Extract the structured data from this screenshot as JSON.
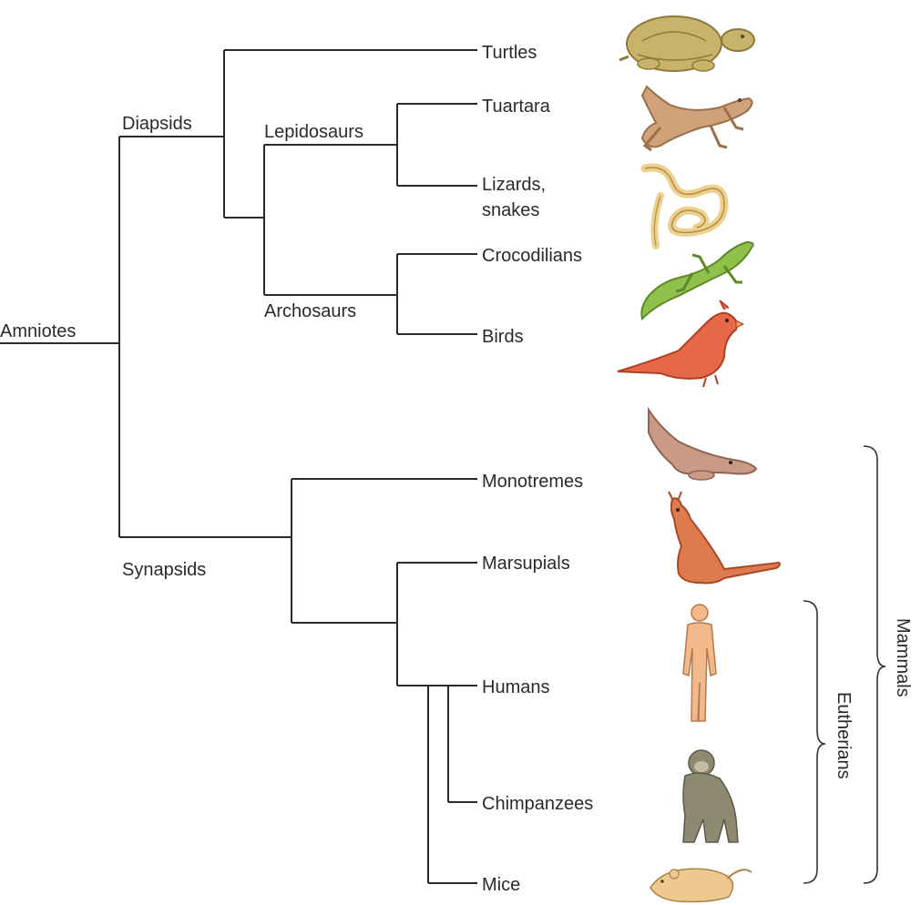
{
  "root": {
    "label": "Amniotes"
  },
  "clades": {
    "diapsids": "Diapsids",
    "lepidosaurs": "Lepidosaurs",
    "archosaurs": "Archosaurs",
    "synapsids": "Synapsids"
  },
  "taxa": {
    "turtles": "Turtles",
    "tuartara": "Tuartara",
    "lizards_line1": "Lizards,",
    "lizards_line2": "snakes",
    "crocodilians": "Crocodilians",
    "birds": "Birds",
    "monotremes": "Monotremes",
    "marsupials": "Marsupials",
    "humans": "Humans",
    "chimpanzees": "Chimpanzees",
    "mice": "Mice"
  },
  "groups": {
    "mammals": "Mammals",
    "eutherians": "Eutherians"
  },
  "icons": {
    "turtle": {
      "name": "turtle-icon",
      "color": "#c9b36a"
    },
    "tuatara": {
      "name": "tuatara-icon",
      "color": "#d0a27a"
    },
    "snake": {
      "name": "snake-icon",
      "color": "#edd08e"
    },
    "crocodile": {
      "name": "crocodile-icon",
      "color": "#8fc04c"
    },
    "cardinal": {
      "name": "cardinal-icon",
      "color": "#e56848"
    },
    "platypus": {
      "name": "platypus-icon",
      "color": "#c99a86"
    },
    "kangaroo": {
      "name": "kangaroo-icon",
      "color": "#dd7a4e"
    },
    "human": {
      "name": "human-icon",
      "color": "#f2b98a"
    },
    "chimpanzee": {
      "name": "chimpanzee-icon",
      "color": "#8e8a72"
    },
    "mouse": {
      "name": "mouse-icon",
      "color": "#edc990"
    }
  }
}
